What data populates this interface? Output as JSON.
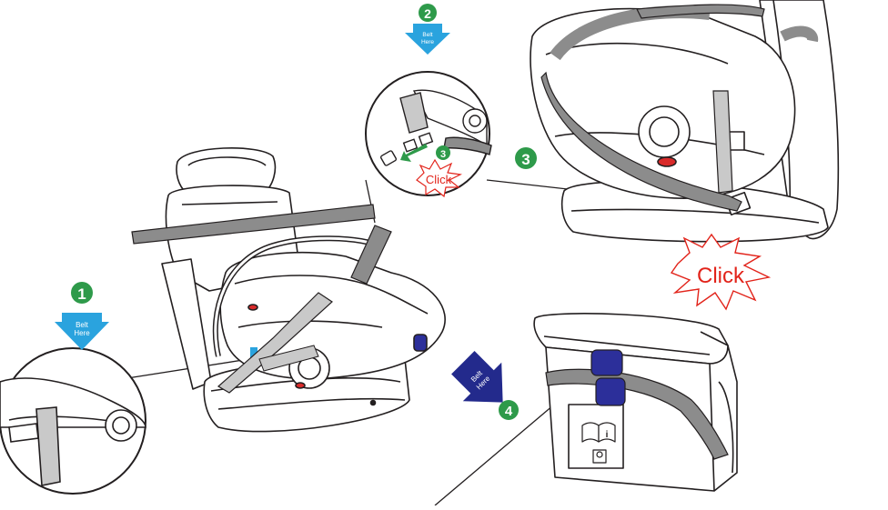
{
  "steps": [
    {
      "number": "1",
      "arrow_text": "Belt\nHere"
    },
    {
      "number": "2",
      "arrow_text": "Belt\nHere"
    },
    {
      "number": "3",
      "arrow_text": ""
    },
    {
      "number": "4",
      "arrow_text": "Belt\nHere"
    }
  ],
  "callouts": {
    "click_small": "Click",
    "click_large": "Click",
    "inset_step": "3"
  },
  "colors": {
    "step_green": "#2e9a4a",
    "arrow_blue": "#2aa3de",
    "arrow_navy": "#232a8c",
    "belt_gray": "#8c8c8c",
    "belt_light": "#c9c9c9",
    "click_red": "#e2231a",
    "button_red": "#d92a2a",
    "clip_blue": "#2c2f9a",
    "outline": "#231f20"
  },
  "icons": [
    "manual-book-icon",
    "seat-symbol-icon"
  ]
}
